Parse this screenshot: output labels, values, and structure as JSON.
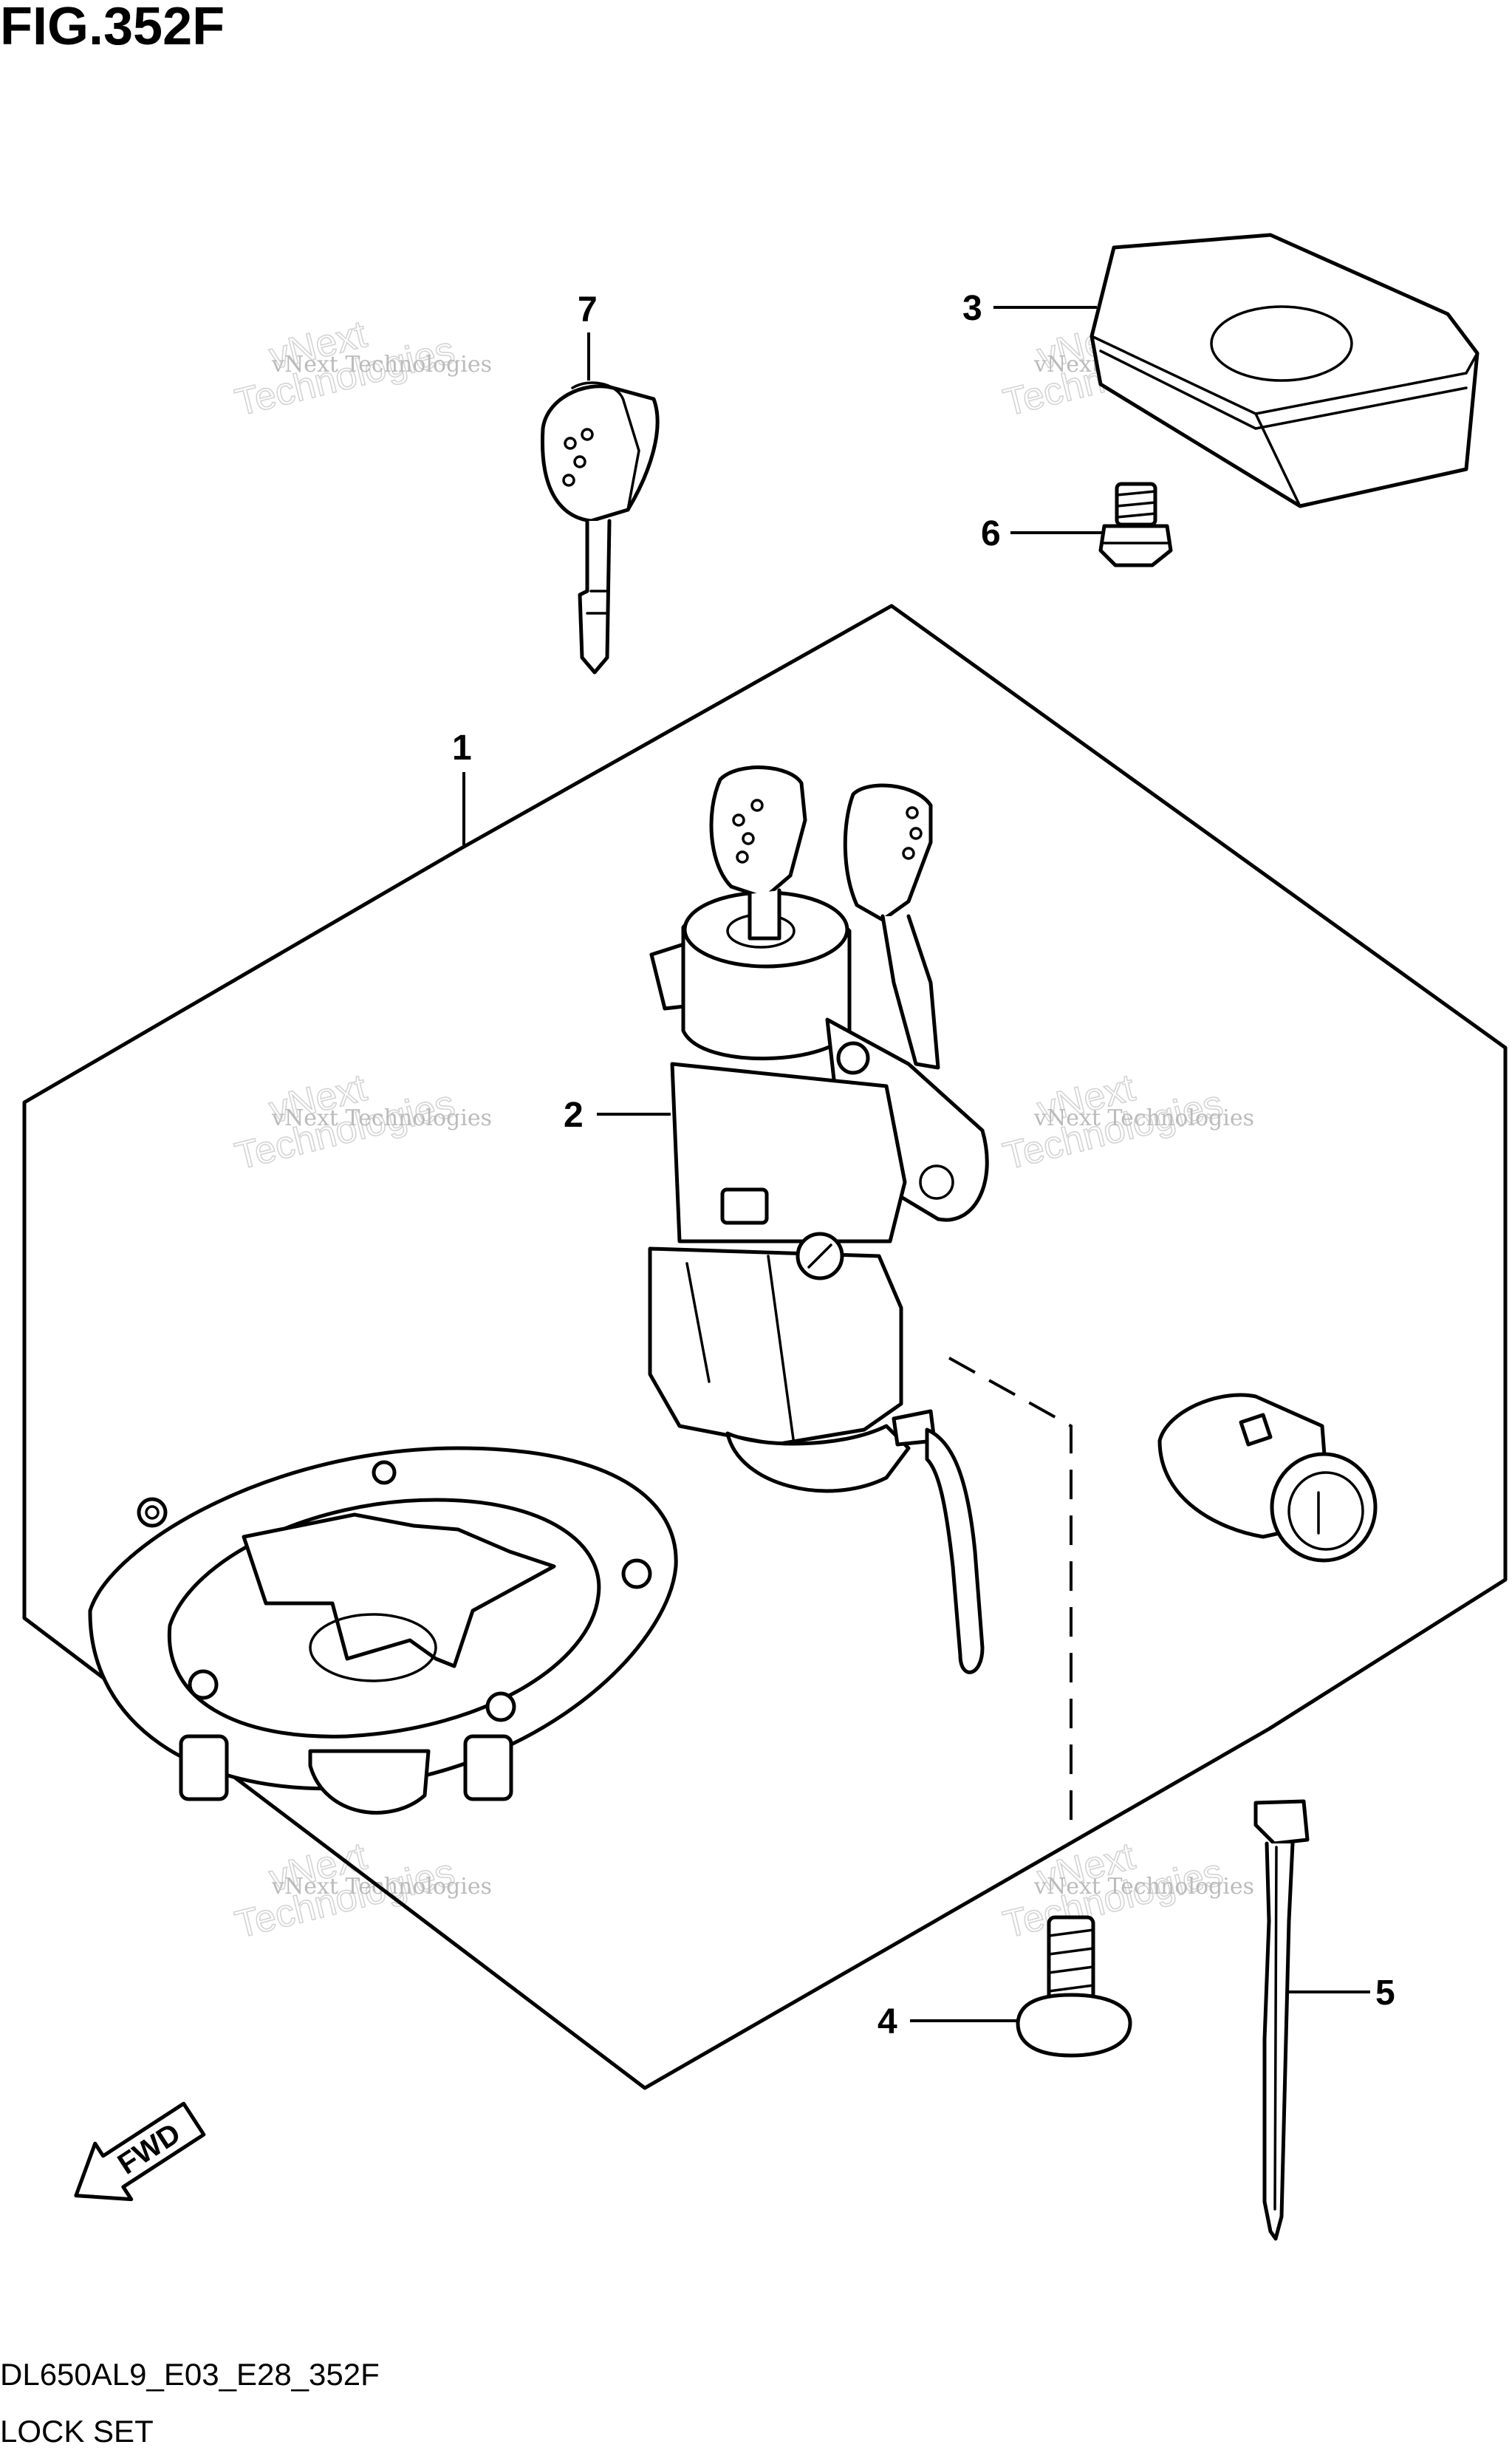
{
  "figure_title": "FIG.352F",
  "drawing_code": "DL650AL9_E03_E28_352F",
  "caption": "LOCK SET",
  "watermark": {
    "line1": "vNext Technologies",
    "line2": "vNext",
    "line3": "Technologies"
  },
  "callouts": {
    "c1": "1",
    "c2": "2",
    "c3": "3",
    "c4": "4",
    "c5": "5",
    "c6": "6",
    "c7": "7"
  },
  "fwd_label": "FWD"
}
